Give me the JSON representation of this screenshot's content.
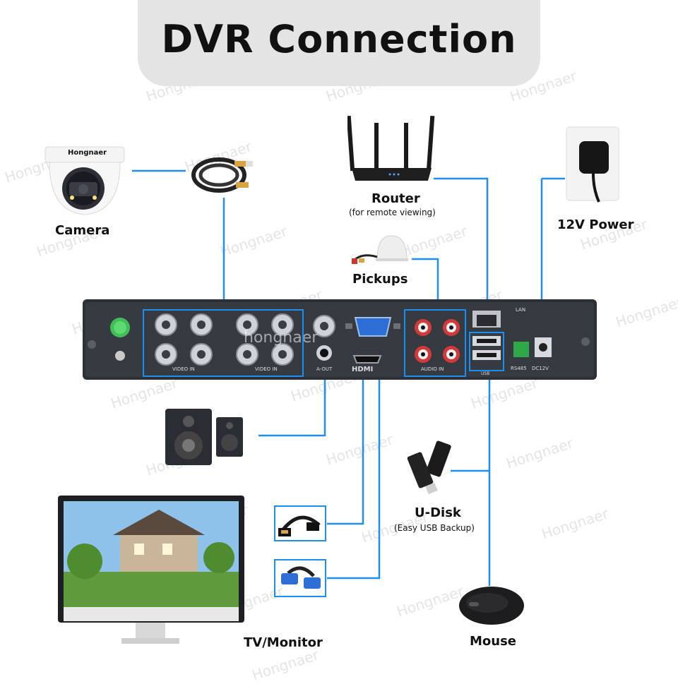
{
  "title": "DVR Connection",
  "brand": "Hongnaer",
  "watermark": "Hongnaer",
  "watermark_center": "hongnaer",
  "colors": {
    "connector": "#1c8ff0",
    "title_bg": "#e4e4e4",
    "panel": "#2d3137"
  },
  "devices": {
    "camera": {
      "label": "Camera",
      "icon": "dome-camera-icon"
    },
    "router": {
      "label": "Router",
      "sub": "(for remote viewing)",
      "icon": "router-icon"
    },
    "power": {
      "label": "12V Power",
      "icon": "power-adapter-icon"
    },
    "pickups": {
      "label": "Pickups",
      "icon": "microphone-icon"
    },
    "speakers": {
      "icon": "speaker-icon"
    },
    "udisk": {
      "label": "U-Disk",
      "sub": "(Easy USB Backup)",
      "icon": "usb-drive-icon"
    },
    "monitor": {
      "label": "TV/Monitor",
      "icon": "monitor-icon"
    },
    "mouse": {
      "label": "Mouse",
      "icon": "mouse-icon"
    },
    "hdmi_cable": {
      "icon": "hdmi-cable-icon"
    },
    "vga_cable": {
      "icon": "vga-cable-icon"
    },
    "coax_cable": {
      "icon": "coax-cable-icon"
    }
  },
  "panel": {
    "video_in_1": "VIDEO IN",
    "video_in_2": "VIDEO IN",
    "a_out": "A-OUT",
    "hdmi": "HDMI",
    "audio_in": "AUDIO IN",
    "lan": "LAN",
    "rs485": "RS485",
    "dc12v": "DC12V",
    "usb": "USB"
  }
}
